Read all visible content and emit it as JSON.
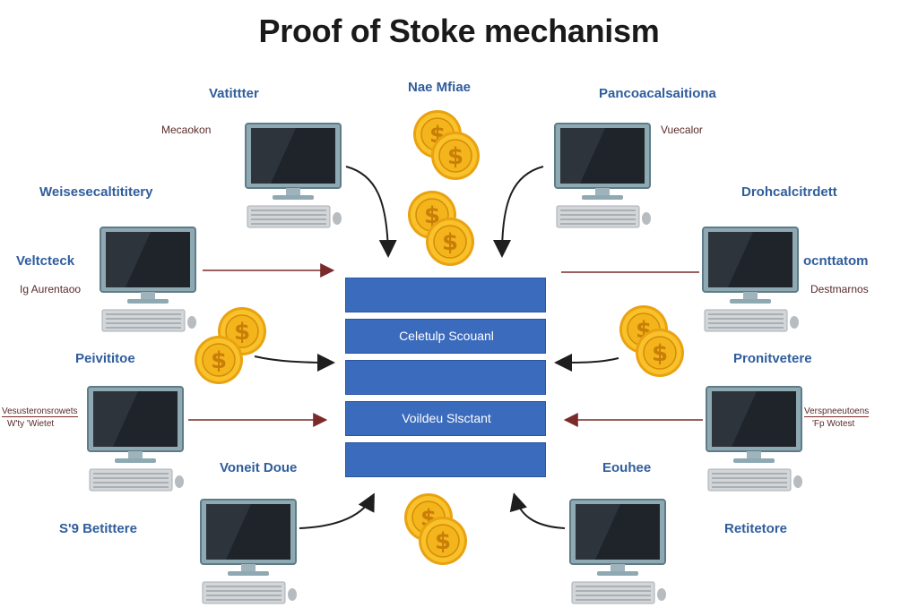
{
  "title": "Proof of Stoke mechanism",
  "top_center_label": "Nae Mfiae",
  "labels": {
    "tl_top": "Vatittter",
    "tl_side": "Mecaokon",
    "tr_top": "Pancoacalsaitiona",
    "tr_side": "Vuecalor",
    "ml_top": "Weisesecaltititery",
    "ml_side_a": "Veltcteck",
    "ml_side_b": "Ig Aurentaoo",
    "mr_top": "Drohcalcitrdett",
    "mr_side_a": "ocnttatom",
    "mr_side_b": "Destmarnos",
    "ll_top": "Peivititoe",
    "ll_side_a": "Vesusteronsrowets",
    "ll_side_b": "W'ty 'Wietet",
    "lr_top": "Pronitvetere",
    "lr_side_a": "Verspneeutoens",
    "lr_side_b": "'Fp Wotest",
    "bl_top": "Voneit Doue",
    "bl_side": "S'9 Betittere",
    "br_top": "Eouhee",
    "br_side": "Retitetore"
  },
  "bars": [
    {
      "text": ""
    },
    {
      "text": "Celetulp Scouanl"
    },
    {
      "text": ""
    },
    {
      "text": "Voildeu Slsctant"
    },
    {
      "text": ""
    }
  ],
  "colors": {
    "title": "#1a1a1a",
    "label_blue": "#2f5d9c",
    "bar_blue": "#3b6bbd",
    "coin_gold": "#f5b81c",
    "arrow_dark": "#1e1e1e",
    "arrow_red": "#7a2a2a"
  },
  "icons": [
    "computer-icon",
    "coin-stack-icon",
    "arrow-icon"
  ]
}
